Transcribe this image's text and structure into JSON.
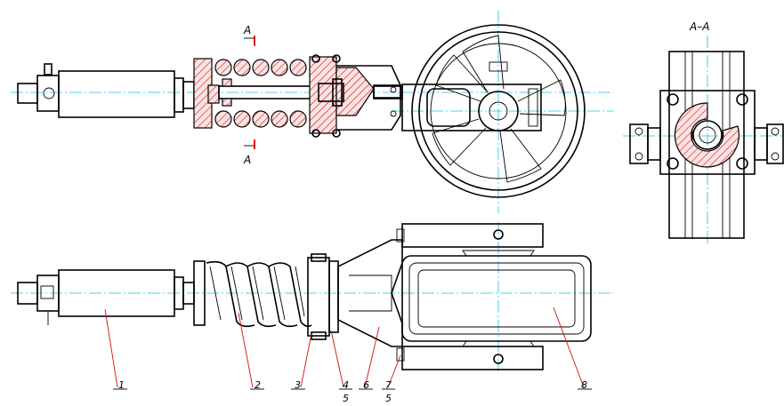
{
  "drawing": {
    "section_label": "A–A",
    "cut_marks": [
      "A",
      "A"
    ],
    "callouts": [
      {
        "id": "1",
        "text": "1"
      },
      {
        "id": "2",
        "text": "2"
      },
      {
        "id": "3",
        "text": "3"
      },
      {
        "id": "4",
        "text": "4"
      },
      {
        "id": "5a",
        "text": "5"
      },
      {
        "id": "6",
        "text": "6"
      },
      {
        "id": "7",
        "text": "7"
      },
      {
        "id": "5b",
        "text": "5"
      },
      {
        "id": "8",
        "text": "8"
      }
    ]
  },
  "colors": {
    "outline": "#000000",
    "axis": "#18c5d8",
    "hatch": "#d01010",
    "leader": "#d01010"
  }
}
